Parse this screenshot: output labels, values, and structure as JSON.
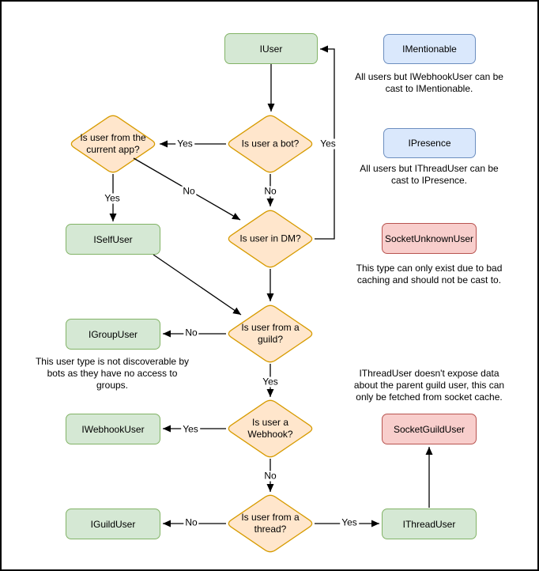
{
  "diagram": {
    "nodes": {
      "iuser": "IUser",
      "iselfuser": "ISelfUser",
      "igroupuser": "IGroupUser",
      "iwebhookuser": "IWebhookUser",
      "iguilduser": "IGuildUser",
      "ithreaduser": "IThreadUser",
      "imentionable": "IMentionable",
      "ipresence": "IPresence",
      "socketunknownuser": "SocketUnknownUser",
      "socketguilduser": "SocketGuildUser"
    },
    "decisions": {
      "is_bot": "Is user a bot?",
      "from_current_app": "Is user from the\ncurrent app?",
      "in_dm": "Is user in DM?",
      "from_guild": "Is user from a\nguild?",
      "is_webhook": "Is user a\nWebhook?",
      "from_thread": "Is user from a\nthread?"
    },
    "edge_labels": {
      "bot_yes": "Yes",
      "bot_no": "No",
      "dm_to_iuser_yes": "Yes",
      "app_no": "No",
      "app_yes": "Yes",
      "guild_no": "No",
      "guild_yes": "Yes",
      "webhook_yes": "Yes",
      "webhook_no": "No",
      "thread_no": "No",
      "thread_yes": "Yes"
    },
    "notes": {
      "mentionable": "All users but IWebhookUser can be\ncast to IMentionable.",
      "presence": "All users but IThreadUser can be\ncast to IPresence.",
      "unknown": "This type can only exist due to bad\ncaching and should not be cast to.",
      "threaduser": "IThreadUser doesn't expose data\nabout the parent guild user, this can\nonly be fetched from socket cache.",
      "groupuser": "This user type is not discoverable by\nbots as they have no access to\ngroups."
    },
    "colors": {
      "green_fill": "#d5e8d4",
      "green_stroke": "#82b366",
      "blue_fill": "#dae8fc",
      "blue_stroke": "#6c8ebf",
      "red_fill": "#f8cecc",
      "red_stroke": "#b85450",
      "orange_fill": "#ffe6cc",
      "orange_stroke": "#d79b00",
      "edge": "#000000"
    }
  }
}
